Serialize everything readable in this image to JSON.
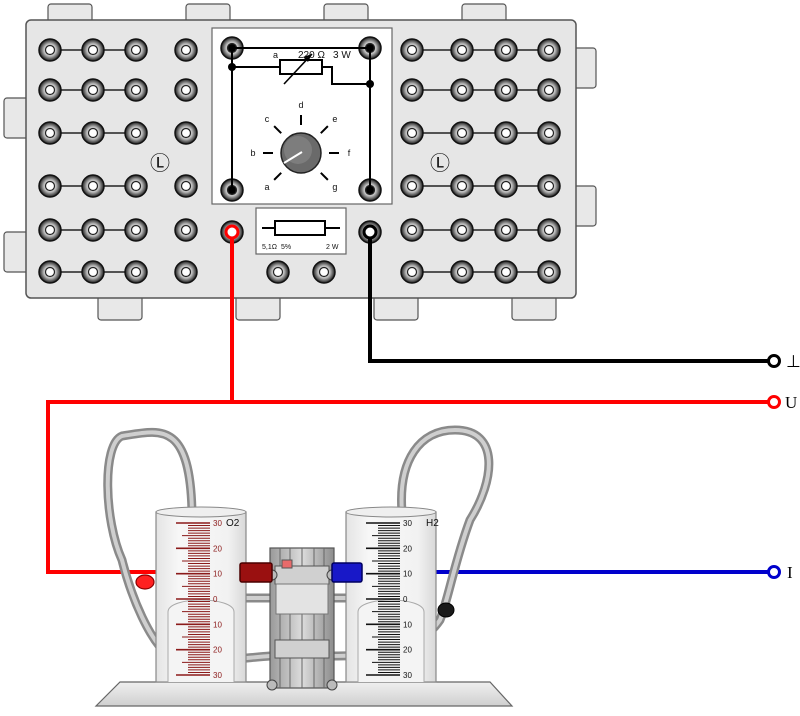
{
  "potentiometer": {
    "resistance": "220 Ω",
    "power": "3 W",
    "wiper_label": "a"
  },
  "rotary_switch": {
    "positions": [
      "d",
      "c",
      "e",
      "b",
      "f",
      "a",
      "g"
    ]
  },
  "shunt_resistor": {
    "resistance": "5,1Ω",
    "tolerance": "5%",
    "power": "2 W"
  },
  "terminals": {
    "ground": "⊥",
    "voltage": "U",
    "current": "I"
  },
  "wire_colors": {
    "ground": "#000000",
    "voltage": "#ff0000",
    "current": "#0000cc"
  },
  "cylinders": {
    "left": {
      "gas": "O2",
      "scale_color": "#8b1a1a",
      "ticks": [
        "30",
        "20",
        "10",
        "0",
        "10",
        "20",
        "30"
      ]
    },
    "right": {
      "gas": "H2",
      "scale_color": "#111111",
      "ticks": [
        "30",
        "20",
        "10",
        "0",
        "10",
        "20",
        "30"
      ]
    }
  },
  "board_logo": "Ⓛ"
}
